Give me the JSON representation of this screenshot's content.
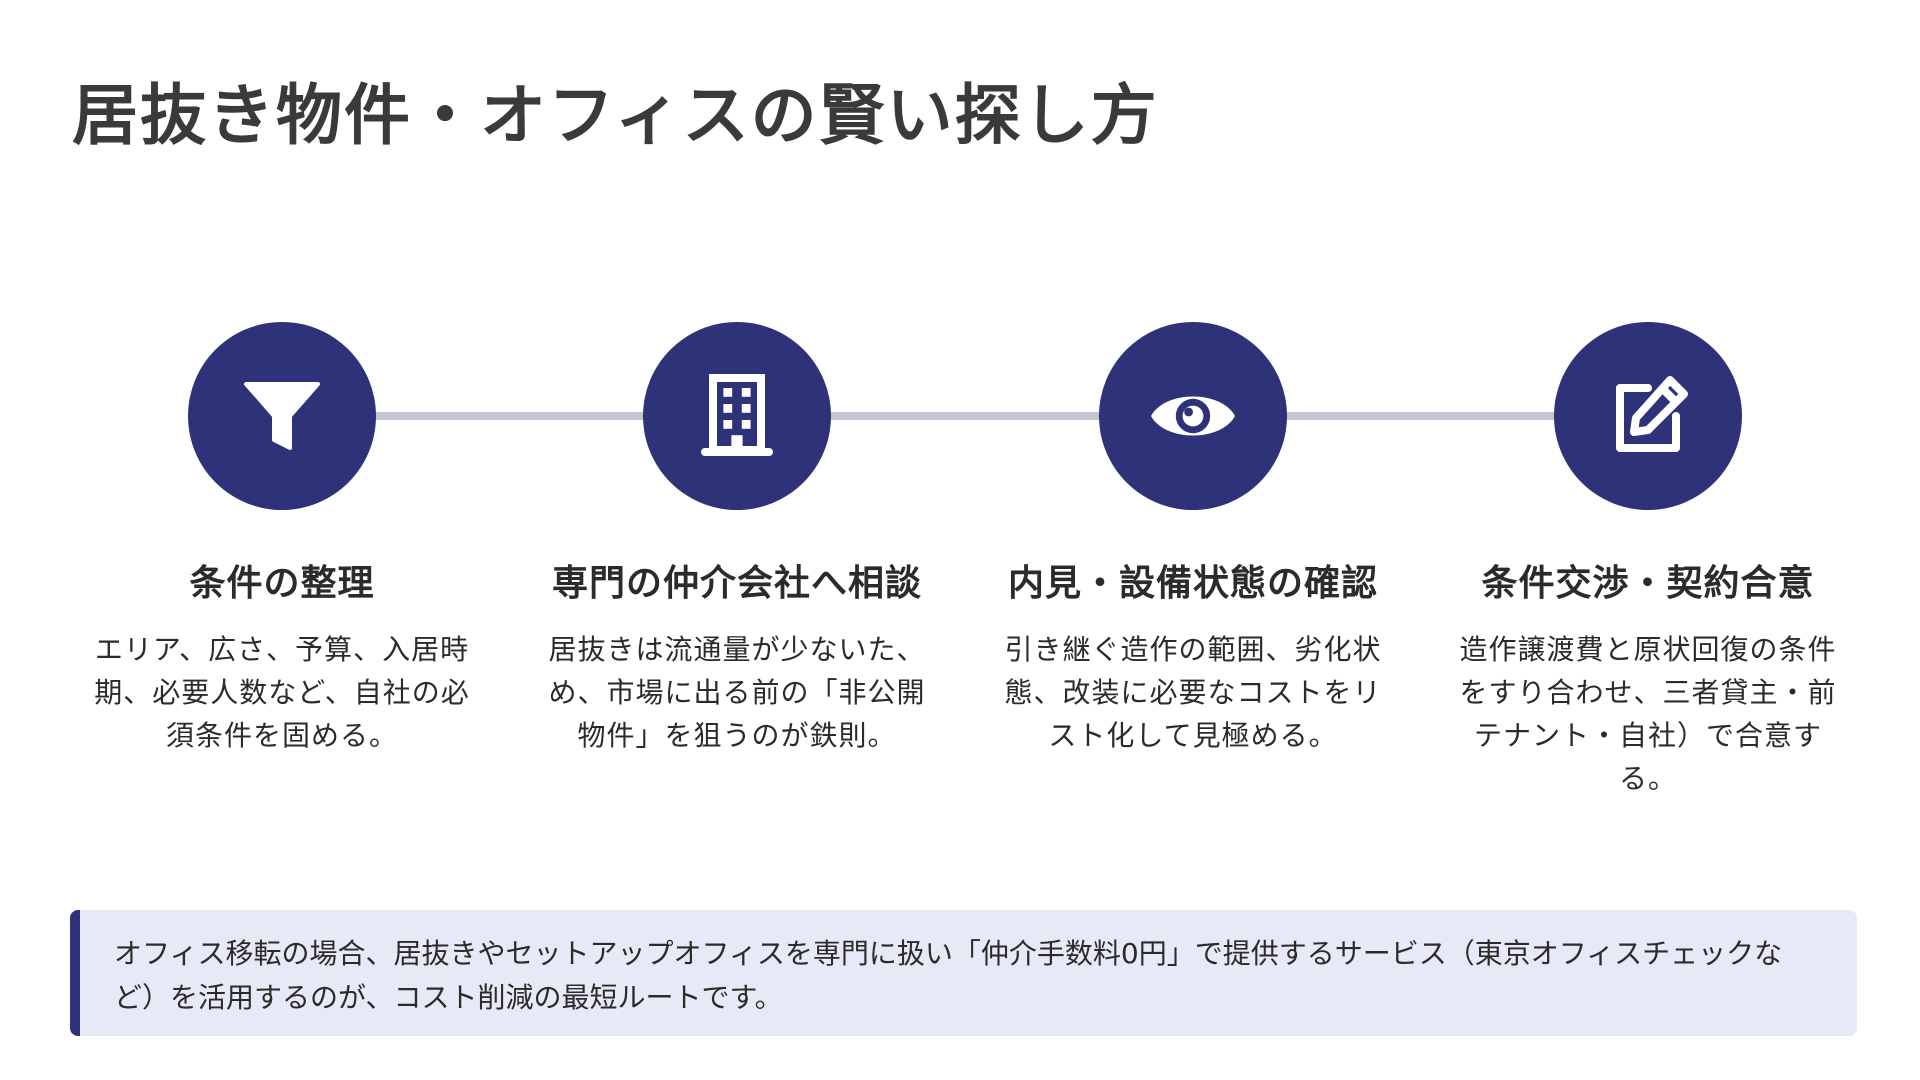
{
  "title": "居抜き物件・オフィスの賢い探し方",
  "steps": [
    {
      "icon": "funnel-icon",
      "title": "条件の整理",
      "description": "エリア、広さ、予算、入居時期、必要人数など、自社の必須条件を固める。"
    },
    {
      "icon": "building-icon",
      "title": "専門の仲介会社へ相談",
      "description": "居抜きは流通量が少ないた、め、市場に出る前の「非公開物件」を狙うのが鉄則。"
    },
    {
      "icon": "eye-icon",
      "title": "内見・設備状態の確認",
      "description": "引き継ぐ造作の範囲、劣化状態、改装に必要なコストをリスト化して見極める。"
    },
    {
      "icon": "edit-icon",
      "title": "条件交渉・契約合意",
      "description": "造作譲渡費と原状回復の条件をすり合わせ、三者貸主・前テナント・自社）で合意する。"
    }
  ],
  "note": {
    "text": "オフィス移転の場合、居抜きやセットアップオフィスを専門に扱い「仲介手数料0円」で提供するサービス（東京オフィスチェックなど）を活用するのが、コスト削減の最短ルートです。"
  },
  "colors": {
    "accent": "#2e3379",
    "connector": "#c3c6d0",
    "note_background": "#e8e9f6",
    "text": "#2b2b2b"
  }
}
